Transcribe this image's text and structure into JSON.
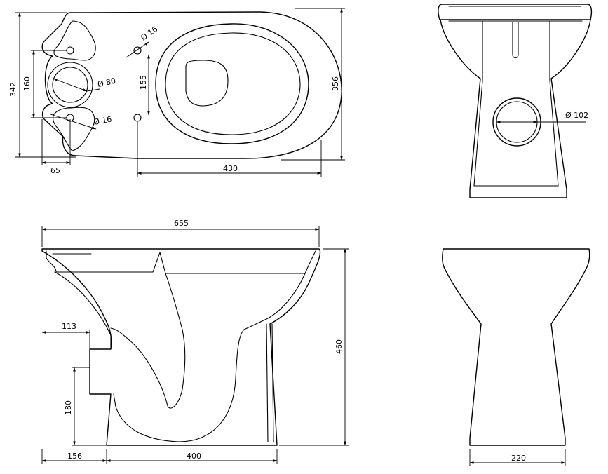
{
  "diagram": {
    "top_view": {
      "overall_depth": "342",
      "tank_depth": "356",
      "bolt_spacing": "160",
      "bolt_offset": "65",
      "fixing_spacing": "155",
      "fixing_offset": "430",
      "outlet_diameter": "Ø 80",
      "bolt_diameter": "Ø 16",
      "fixing_diameter": "Ø 16"
    },
    "rear_view": {
      "outlet_diameter": "Ø 102"
    },
    "side_view": {
      "overall_length": "655",
      "height": "460",
      "outlet_from_back": "113",
      "outlet_height": "180",
      "foot_from_back": "156",
      "foot_length": "400"
    },
    "front_view": {
      "foot_width": "220"
    }
  }
}
